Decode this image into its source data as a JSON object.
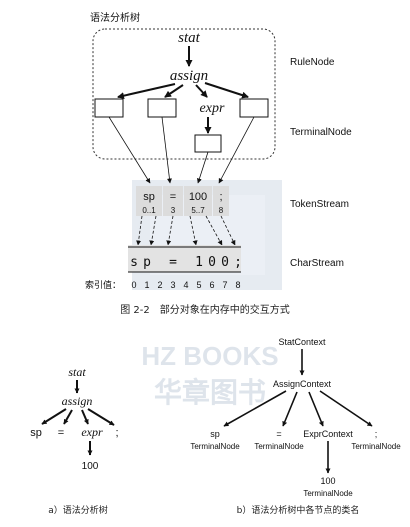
{
  "top": {
    "box_title": "语法分析树",
    "stat": "stat",
    "assign": "assign",
    "expr": "expr",
    "rule_node": "RuleNode",
    "terminal_node": "TerminalNode",
    "token_stream": "TokenStream",
    "char_stream": "CharStream",
    "tokens": [
      {
        "text": "sp",
        "range": "0..1"
      },
      {
        "text": "=",
        "range": "3"
      },
      {
        "text": "100",
        "range": "5..7"
      },
      {
        "text": ";",
        "range": "8"
      }
    ],
    "chars": [
      "s",
      "p",
      "",
      "=",
      "",
      "1",
      "0",
      "0",
      ";"
    ],
    "index_label": "索引值：",
    "indices": [
      "0",
      "1",
      "2",
      "3",
      "4",
      "5",
      "6",
      "7",
      "8"
    ],
    "caption": "图 2-2　部分对象在内存中的交互方式"
  },
  "watermark": {
    "line1": "HZ BOOKS",
    "line2": "华章图书"
  },
  "left_tree": {
    "stat": "stat",
    "assign": "assign",
    "sp": "sp",
    "eq": "=",
    "expr": "expr",
    "semi": ";",
    "num": "100",
    "caption": "a）语法分析树"
  },
  "right_tree": {
    "root": "StatContext",
    "assign": "AssignContext",
    "sp": "sp",
    "sp_type": "TerminalNode",
    "eq": "=",
    "eq_type": "TerminalNode",
    "expr": "ExprContext",
    "semi": ";",
    "semi_type": "TerminalNode",
    "num": "100",
    "num_type": "TerminalNode",
    "caption": "b）语法分析树中各节点的类名"
  }
}
